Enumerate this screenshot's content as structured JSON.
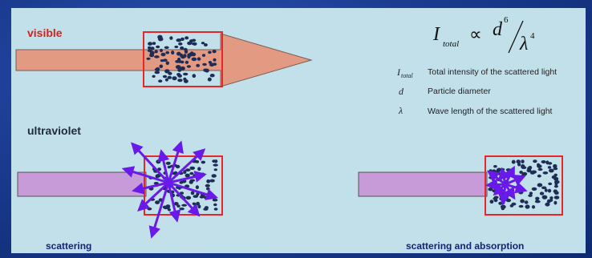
{
  "labels": {
    "visible": "visible",
    "ultraviolet": "ultraviolet",
    "scattering": "scattering",
    "scattering_absorption": "scattering and absorption"
  },
  "formula": {
    "lhs_symbol": "I",
    "lhs_subscript": "total",
    "relation": "∝",
    "numerator": "d",
    "numerator_exp": "6",
    "denominator": "λ",
    "denominator_exp": "4"
  },
  "legend": [
    {
      "symbol": "I",
      "subscript": "total",
      "text": "Total intensity of the scattered light"
    },
    {
      "symbol": "d",
      "subscript": "",
      "text": "Particle diameter"
    },
    {
      "symbol": "λ",
      "subscript": "",
      "text": "Wave length of the scattered light"
    }
  ],
  "colors": {
    "visible_arrow": "#e39a82",
    "uv_beam": "#c79ad8",
    "scatter_arrow": "#6a1ae8",
    "box_border": "#e8262a",
    "particle": "#1e2d55",
    "panel": "#c2e0ea"
  }
}
